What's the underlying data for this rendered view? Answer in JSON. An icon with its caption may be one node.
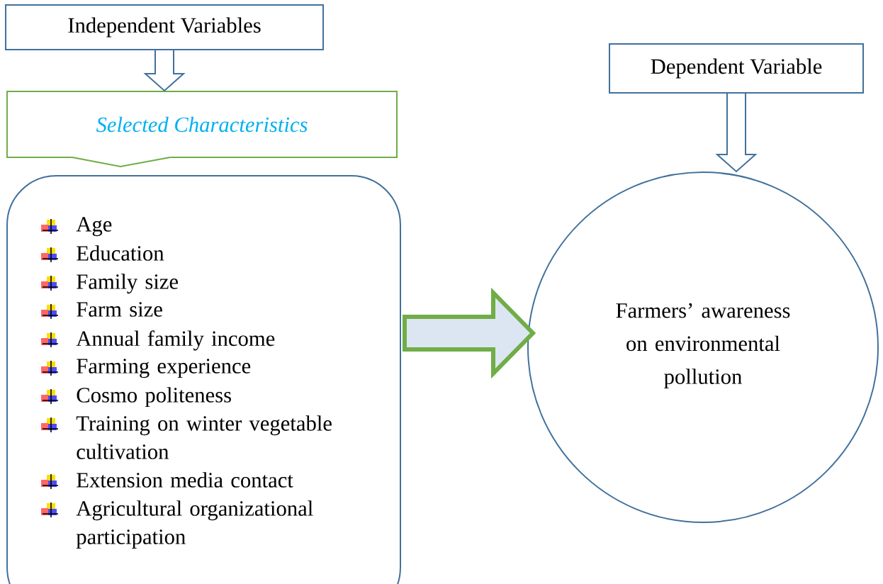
{
  "diagram": {
    "nodes": [
      {
        "text": [
          "Independent Variables"
        ]
      },
      {
        "text": [
          "Selected Characteristics"
        ]
      },
      {
        "text": [
          "Age",
          "Education",
          "Family size",
          "Farm size",
          "Annual family income",
          "Farming experience",
          "Cosmo politeness",
          "Training on winter vegetable cultivation",
          "Extension media contact",
          "Agricultural organizational participation"
        ]
      },
      {
        "text": [
          "Dependent Variable"
        ]
      },
      {
        "text": [
          "Farmers’ awareness on environmental pollution"
        ]
      }
    ],
    "edges": [
      {
        "from": 0,
        "to": 1,
        "arrow": "to"
      },
      {
        "from": 2,
        "to": 4,
        "arrow": "to",
        "style": "thick",
        "color": "#70ad47"
      },
      {
        "from": 3,
        "to": 4,
        "arrow": "to"
      }
    ]
  }
}
